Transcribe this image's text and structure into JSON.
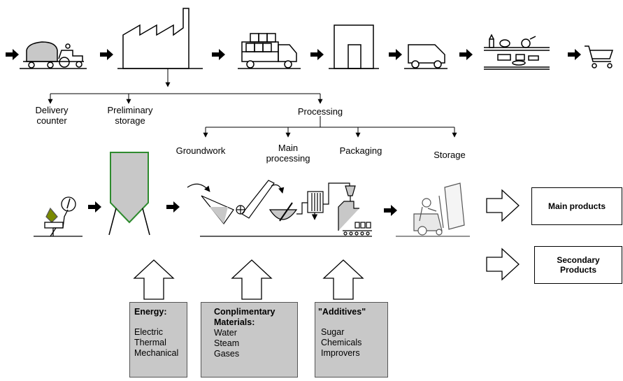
{
  "labels": {
    "delivery_counter": "Delivery\ncounter",
    "preliminary_storage": "Preliminary\nstorage",
    "processing": "Processing",
    "groundwork": "Groundwork",
    "main_processing": "Main\nprocessing",
    "packaging": "Packaging",
    "storage": "Storage"
  },
  "outputs": {
    "main_products": "Main products",
    "secondary_products": "Secondary\nProducts"
  },
  "inputs": {
    "energy": {
      "title": "Energy:",
      "items": [
        "Electric",
        "Thermal",
        "Mechanical"
      ]
    },
    "materials": {
      "title": "Conplimentary\nMaterials:",
      "items": [
        "Water",
        "Steam",
        "Gases"
      ]
    },
    "additives": {
      "title": "\"Additives\"",
      "items": [
        "Sugar",
        "Chemicals",
        "Improvers"
      ]
    }
  },
  "icons": [
    "tractor-icon",
    "factory-icon",
    "truck-icon",
    "warehouse-icon",
    "van-icon",
    "shop-shelf-icon",
    "shopping-cart-icon",
    "plant-gauge-icon",
    "silo-icon",
    "processing-equipment-icon",
    "forklift-icon"
  ],
  "colors": {
    "silo_outline": "#2e8b2e",
    "input_box": "#c8c8c8",
    "plant": "#7a8a00"
  }
}
